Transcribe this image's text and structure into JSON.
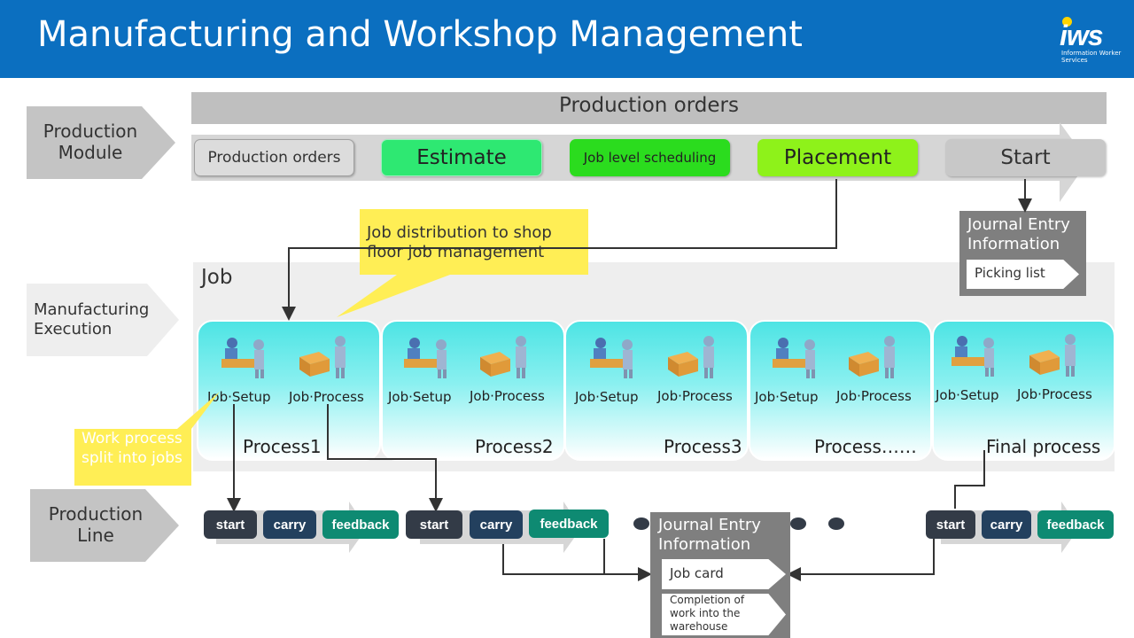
{
  "title": "Manufacturing and Workshop Management",
  "logo": {
    "brand": "iws",
    "subtitle": "Information Worker Services"
  },
  "modules": {
    "production_module": "Production Module",
    "manufacturing_execution": "Manufacturing Execution",
    "production_line": "Production Line"
  },
  "production_header": "Production orders",
  "tabs": [
    "Production orders",
    "Estimate",
    "Job level scheduling",
    "Placement",
    "Start"
  ],
  "journal_top": {
    "title": "Journal Entry Information",
    "item": "Picking list"
  },
  "callout_distribution": "Job distribution to shop floor job management",
  "callout_split": "Work process split into jobs",
  "job_label": "Job",
  "processes": [
    {
      "setup": "Job·Setup",
      "process": "Job·Process",
      "name": "Process1"
    },
    {
      "setup": "Job·Setup",
      "process": "Job·Process",
      "name": "Process2"
    },
    {
      "setup": "Job·Setup",
      "process": "Job·Process",
      "name": "Process3"
    },
    {
      "setup": "Job·Setup",
      "process": "Job·Process",
      "name": "Process……"
    },
    {
      "setup": "Job·Setup",
      "process": "Job·Process",
      "name": "Final process"
    }
  ],
  "steps": {
    "start": "start",
    "carry": "carry",
    "feedback": "feedback"
  },
  "journal_bottom": {
    "title": "Journal Entry Information",
    "item1": "Job card",
    "item2": "Completion of work into the warehouse"
  },
  "colors": {
    "title_bar": "#0b6fc0",
    "estimate": "#2ee872",
    "scheduling": "#2bdc1e",
    "placement": "#8ef21a",
    "callout": "#ffee55",
    "process_fill": "#4de4e4"
  }
}
